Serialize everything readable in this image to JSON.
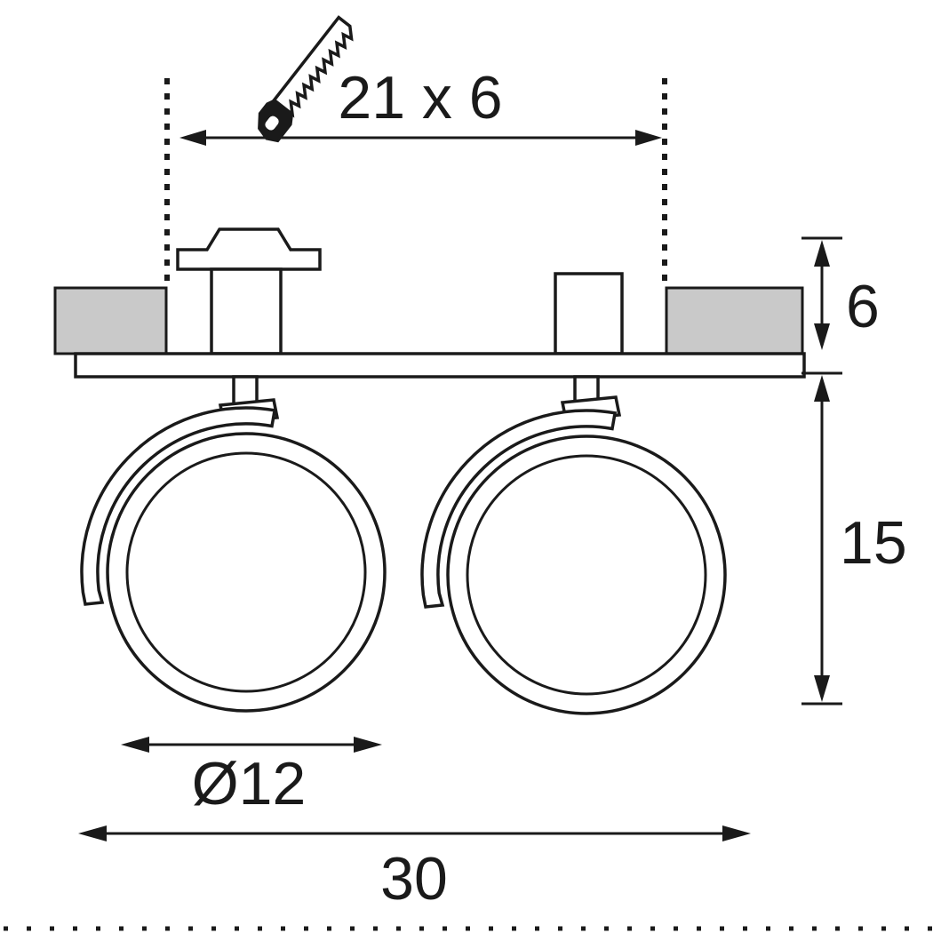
{
  "colors": {
    "ink": "#1a1a1a",
    "shading": "#c9c9c9",
    "background": "#ffffff"
  },
  "drawing": {
    "kind": "technical-dimension-diagram",
    "icons": {
      "saw": "saw-icon"
    },
    "dimensions": {
      "cutout": "21 x 6",
      "recess_depth": "6",
      "fixture_height": "15",
      "head_diameter": "Ø12",
      "total_width": "30"
    }
  }
}
